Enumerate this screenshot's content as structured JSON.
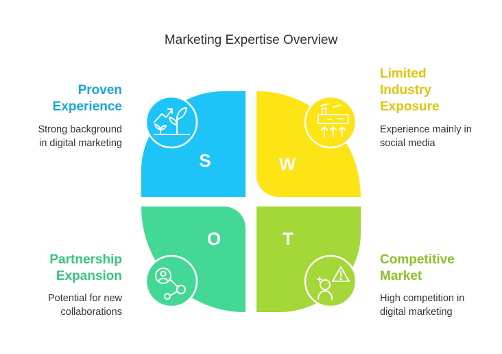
{
  "title": "Marketing Expertise Overview",
  "colors": {
    "strengths": "#1ec4f7",
    "weaknesses": "#fce415",
    "opportunities": "#43d895",
    "threats": "#a4d738",
    "strengths_text": "#1aa6d6",
    "weaknesses_text": "#e0c40c",
    "opportunities_text": "#36c57f",
    "threats_text": "#8cc02b"
  },
  "quadrants": {
    "strengths": {
      "letter": "S",
      "heading_line1": "Proven",
      "heading_line2": "Experience",
      "desc_line1": "Strong background",
      "desc_line2": "in digital marketing",
      "icon": "growth-plant-icon"
    },
    "weaknesses": {
      "letter": "W",
      "heading_line1": "Limited",
      "heading_line2": "Industry",
      "heading_line3": "Exposure",
      "desc_line1": "Experience mainly in",
      "desc_line2": "social media",
      "icon": "factory-icon"
    },
    "opportunities": {
      "letter": "O",
      "heading_line1": "Partnership",
      "heading_line2": "Expansion",
      "desc_line1": "Potential for new",
      "desc_line2": "collaborations",
      "icon": "network-person-icon"
    },
    "threats": {
      "letter": "T",
      "heading_line1": "Competitive",
      "heading_line2": "Market",
      "desc_line1": "High competition in",
      "desc_line2": "digital marketing",
      "icon": "warning-competitor-icon"
    }
  }
}
